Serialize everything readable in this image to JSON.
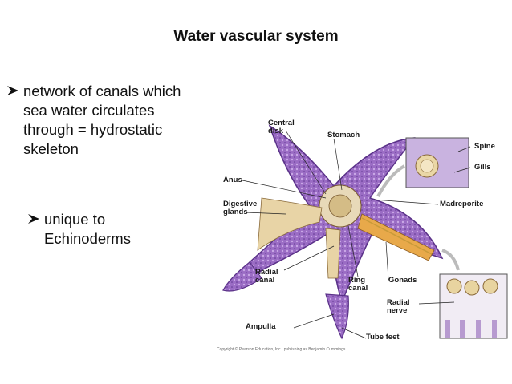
{
  "slide": {
    "title": "Water vascular system",
    "bullet1_lines": [
      "network of canals which",
      "sea water circulates",
      "through = hydrostatic",
      "skeleton"
    ],
    "bullet2_lines": [
      "unique to",
      "Echinoderms"
    ]
  },
  "figure": {
    "labels": {
      "central_disk_1": "Central",
      "central_disk_2": "disk",
      "stomach": "Stomach",
      "spine": "Spine",
      "gills": "Gills",
      "anus": "Anus",
      "digestive_1": "Digestive",
      "digestive_2": "glands",
      "madreporite": "Madreporite",
      "radial_canal_1": "Radial",
      "radial_canal_2": "canal",
      "ring_canal_1": "Ring",
      "ring_canal_2": "canal",
      "gonads": "Gonads",
      "radial_nerve_1": "Radial",
      "radial_nerve_2": "nerve",
      "ampulla": "Ampulla",
      "tube_feet": "Tube feet"
    },
    "copyright": "Copyright © Pearson Education, Inc., publishing as Benjamin Cummings.",
    "colors": {
      "body": "#9b6fc6",
      "body_dark": "#6a3f98",
      "gland": "#e6d2a8",
      "canal": "#d9b35a"
    }
  }
}
